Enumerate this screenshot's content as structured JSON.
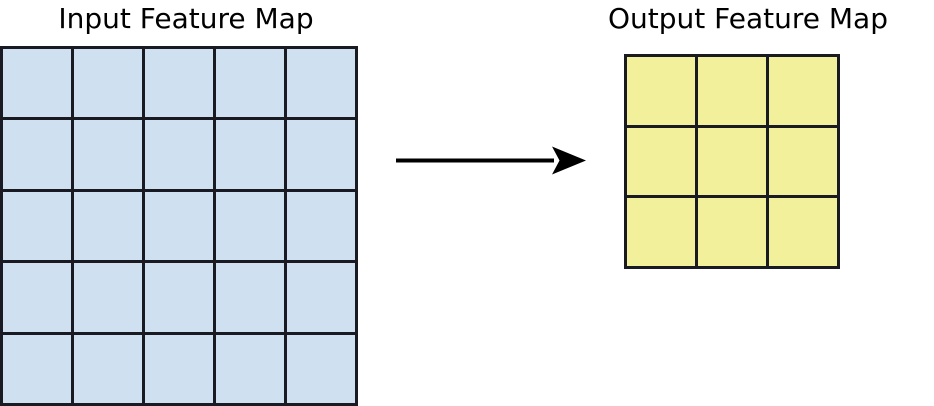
{
  "diagram": {
    "title_left": "Input Feature Map",
    "title_right": "Output Feature Map",
    "arrow": {
      "direction": "right",
      "label": ""
    },
    "colors": {
      "input_fill": "#cfe0f1",
      "output_fill": "#f2f09b",
      "grid_line": "#1a1a22",
      "arrow": "#000000",
      "background": "#ffffff",
      "text": "#000000"
    },
    "input_map": {
      "name": "Input Feature Map",
      "rows": 5,
      "cols": 5,
      "cells": [
        [
          "",
          "",
          "",
          "",
          ""
        ],
        [
          "",
          "",
          "",
          "",
          ""
        ],
        [
          "",
          "",
          "",
          "",
          ""
        ],
        [
          "",
          "",
          "",
          "",
          ""
        ],
        [
          "",
          "",
          "",
          "",
          ""
        ]
      ]
    },
    "output_map": {
      "name": "Output Feature Map",
      "rows": 3,
      "cols": 3,
      "cells": [
        [
          "",
          "",
          ""
        ],
        [
          "",
          "",
          ""
        ],
        [
          "",
          "",
          ""
        ]
      ]
    }
  }
}
